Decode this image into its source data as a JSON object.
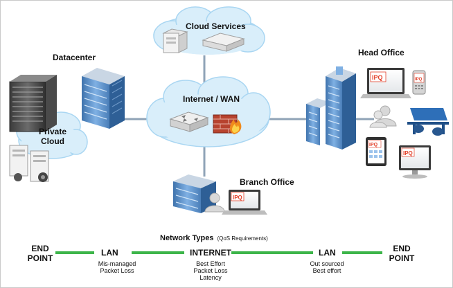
{
  "nodes": {
    "cloud_services": "Cloud Services",
    "internet_wan": "Internet / WAN",
    "datacenter": "Datacenter",
    "private_cloud": "Private Cloud",
    "head_office": "Head Office",
    "branch_office": "Branch Office"
  },
  "screen_text": "IPQ",
  "network_types": {
    "title": "Network Types",
    "subtitle": "(QoS Requirements)",
    "stops": [
      {
        "label": "END POINT",
        "description": ""
      },
      {
        "label": "LAN",
        "description": "Mis-managed Packet Loss"
      },
      {
        "label": "INTERNET",
        "description": "Best Effort Packet Loss Latency"
      },
      {
        "label": "LAN",
        "description": "Out sourced Best effort"
      },
      {
        "label": "END POINT",
        "description": ""
      }
    ]
  },
  "colors": {
    "link_line": "#8fa3b7",
    "network_line": "#3db54a",
    "cloud_fill": "#d9eefa",
    "cloud_stroke": "#9fd0ee",
    "building_blue": "#5b8fc9",
    "firewall_red": "#c0392b"
  }
}
